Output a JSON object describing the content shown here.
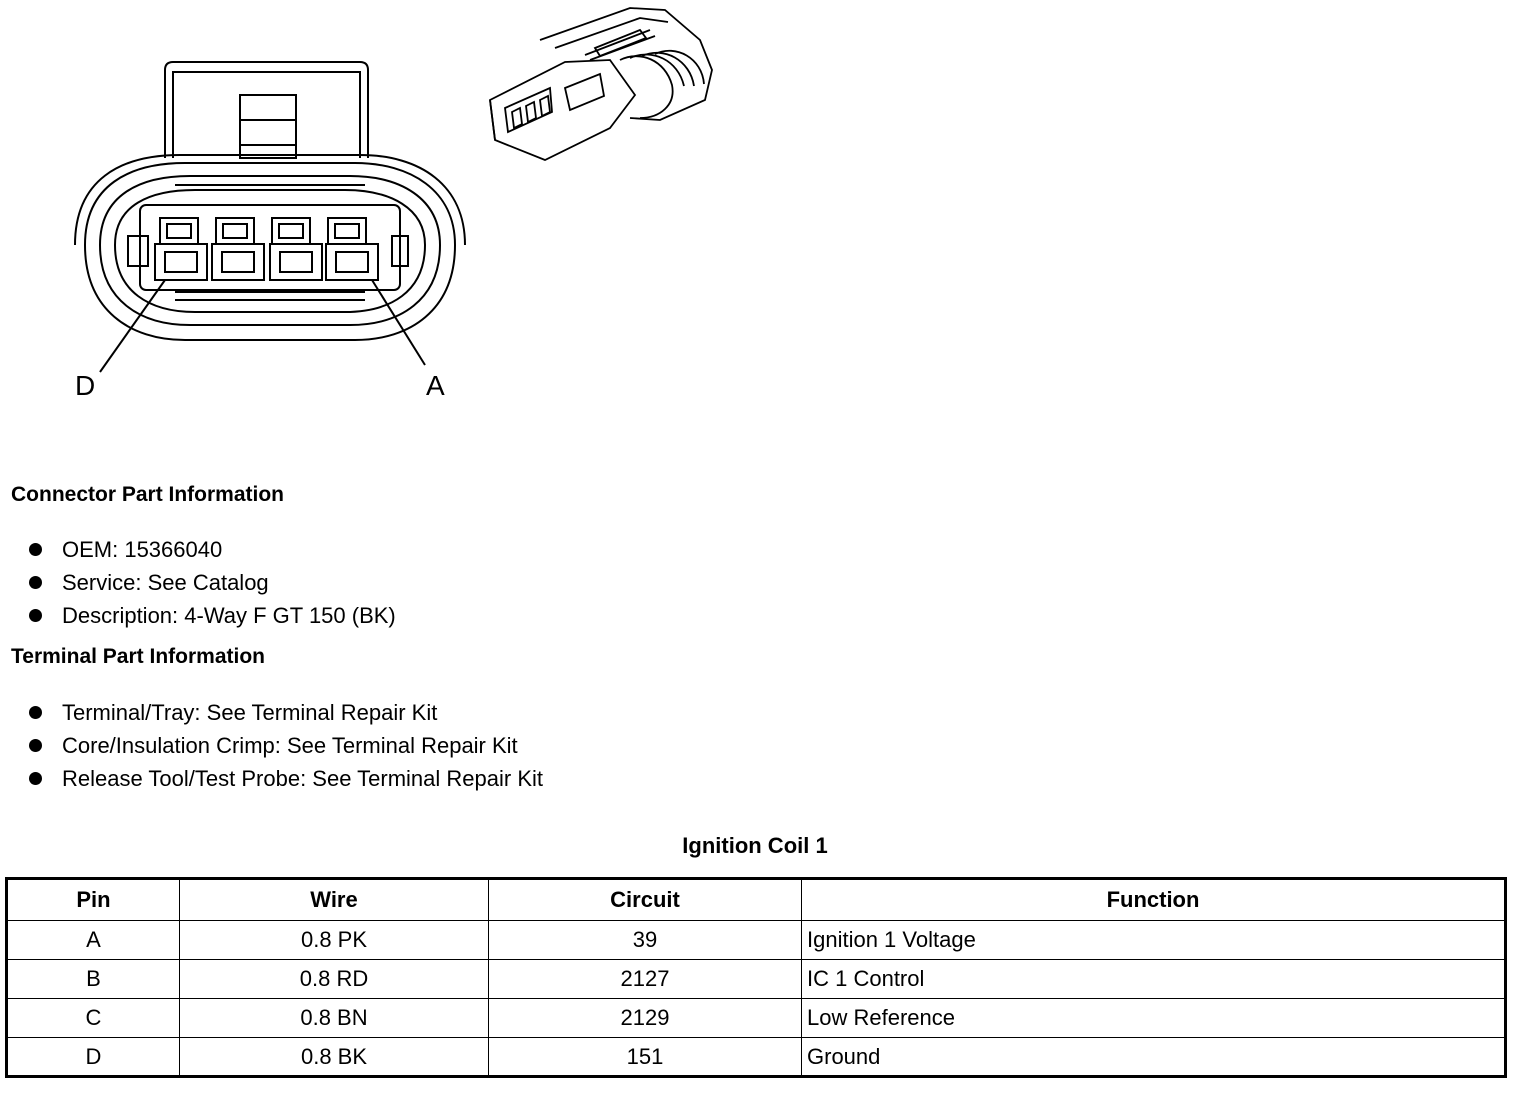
{
  "diagram": {
    "pin_label_left": "D",
    "pin_label_right": "A"
  },
  "connector_part": {
    "heading": "Connector Part Information",
    "items": [
      "OEM: 15366040",
      "Service: See Catalog",
      "Description: 4-Way F GT 150 (BK)"
    ]
  },
  "terminal_part": {
    "heading": "Terminal Part Information",
    "items": [
      "Terminal/Tray: See Terminal Repair Kit",
      "Core/Insulation Crimp: See Terminal Repair Kit",
      "Release Tool/Test Probe: See Terminal Repair Kit"
    ]
  },
  "table": {
    "title": "Ignition Coil 1",
    "headers": [
      "Pin",
      "Wire",
      "Circuit",
      "Function"
    ],
    "rows": [
      [
        "A",
        "0.8 PK",
        "39",
        "Ignition 1 Voltage"
      ],
      [
        "B",
        "0.8 RD",
        "2127",
        "IC 1 Control"
      ],
      [
        "C",
        "0.8 BN",
        "2129",
        "Low Reference"
      ],
      [
        "D",
        "0.8 BK",
        "151",
        "Ground"
      ]
    ]
  }
}
